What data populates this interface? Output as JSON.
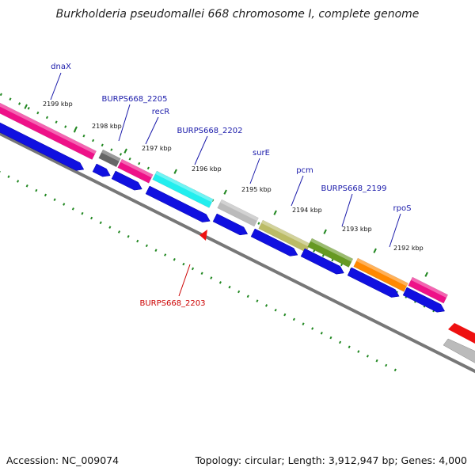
{
  "title": "Burkholderia pseudomallei 668 chromosome I, complete genome",
  "footer": {
    "accession": "Accession: NC_009074",
    "stats": "Topology: circular; Length: 3,912,947 bp; Genes: 4,000"
  },
  "colors": {
    "label_forward": "#1a1aaa",
    "label_reverse": "#cc0000",
    "tick": "#228822",
    "backbone": "#777777",
    "cds_blue": "#1010e0"
  },
  "gene_labels": [
    {
      "name": "dnaX",
      "strand": "forward"
    },
    {
      "name": "BURPS668_2205",
      "strand": "forward"
    },
    {
      "name": "recR",
      "strand": "forward"
    },
    {
      "name": "BURPS668_2202",
      "strand": "forward"
    },
    {
      "name": "surE",
      "strand": "forward"
    },
    {
      "name": "pcm",
      "strand": "forward"
    },
    {
      "name": "BURPS668_2199",
      "strand": "forward"
    },
    {
      "name": "rpoS",
      "strand": "forward"
    },
    {
      "name": "BURPS668_2203",
      "strand": "reverse"
    }
  ],
  "scale_labels": [
    "2199 kbp",
    "2198 kbp",
    "2197 kbp",
    "2196 kbp",
    "2195 kbp",
    "2194 kbp",
    "2193 kbp",
    "2192 kbp"
  ],
  "feature_colors": [
    "#ee1188",
    "#666666",
    "#ee1188",
    "#22eeee",
    "#bbbbbb",
    "#bbbb66",
    "#669922",
    "#ff8800",
    "#ee1188"
  ]
}
